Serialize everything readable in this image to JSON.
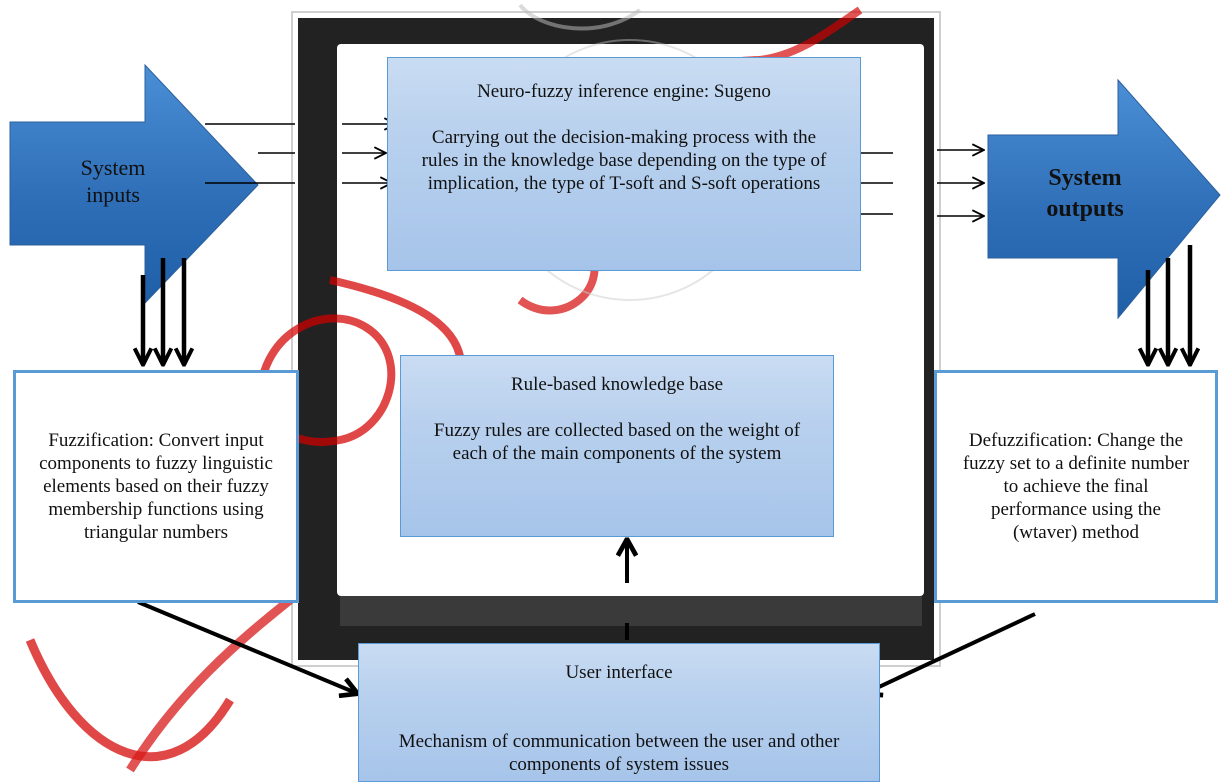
{
  "diagram": {
    "inputs_arrow": {
      "label": "System\ninputs"
    },
    "outputs_arrow": {
      "label": "System\noutputs"
    },
    "inference_engine": {
      "title": "Neuro-fuzzy inference engine: Sugeno",
      "body": "Carrying out the decision-making process with the rules in the knowledge base depending on the type of implication, the type of T-soft and S-soft operations"
    },
    "knowledge_base": {
      "title": "Rule-based knowledge base",
      "body": "Fuzzy rules are collected based on the weight of each of the main components of the system"
    },
    "fuzzification": {
      "text": "Fuzzification: Convert input components to fuzzy linguistic elements based on their fuzzy membership functions using triangular numbers"
    },
    "defuzzification": {
      "text": "Defuzzification: Change the fuzzy set to a definite number to achieve the final performance using the (wtaver) method"
    },
    "user_interface": {
      "title": "User interface",
      "body": "Mechanism of communication between the user and other components of system issues"
    },
    "colors": {
      "frame_border": "#222222",
      "box_border": "#5b9bd5",
      "big_arrow_fill": "#2f6fb8",
      "watermark": "#d40000"
    }
  }
}
